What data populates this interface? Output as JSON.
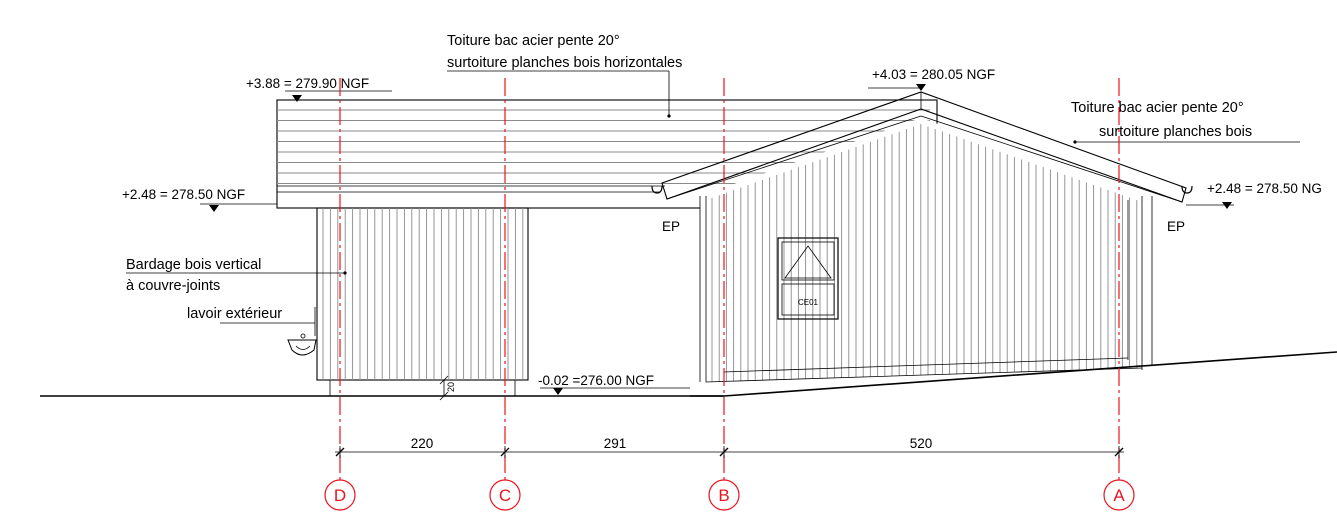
{
  "labels": {
    "roof_left_line1": "Toiture bac acier pente 20°",
    "roof_left_line2": "surtoiture planches bois horizontales",
    "roof_right_line1": "Toiture bac acier pente 20°",
    "roof_right_line2": "surtoiture planches bois",
    "bardage_line1": "Bardage bois vertical",
    "bardage_line2": "à couvre-joints",
    "lavoir": "lavoir extérieur",
    "ep_left": "EP",
    "ep_right": "EP",
    "window_code": "CE01",
    "small_dim": "20"
  },
  "levels": {
    "top_left": "+3.88 = 279.90 NGF",
    "ridge": "+4.03 = 280.05 NGF",
    "eave_left": "+2.48 = 278.50 NGF",
    "eave_right": "+2.48 = 278.50 NG",
    "ground": "-0.02 =276.00 NGF"
  },
  "dimensions": [
    "220",
    "291",
    "520"
  ],
  "axes": [
    "D",
    "C",
    "B",
    "A"
  ],
  "colors": {
    "axis": "#e8141e",
    "line": "#000000",
    "hatch": "#8a8a8a"
  }
}
